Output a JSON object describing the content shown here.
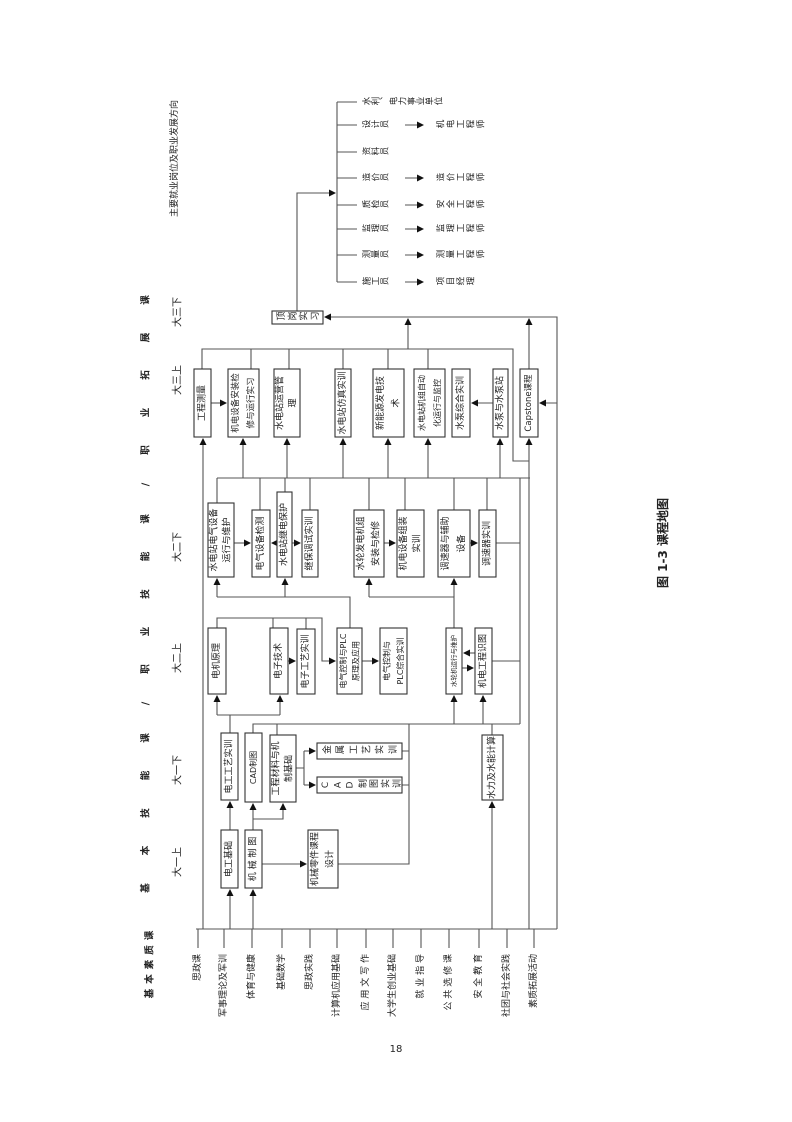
{
  "headers": {
    "basic_quality": "基本素质课",
    "skills_track": "基本技能课/职业技能课/职业拓展课",
    "career_title": "主要就业岗位及职业发展方向"
  },
  "semesters": [
    "大一上",
    "大一下",
    "大二上",
    "大二下",
    "大三上",
    "大三下"
  ],
  "basic_courses": [
    "思政课",
    "军事理论及军训",
    "体育与健康",
    "基础数学",
    "思政实践",
    "计算机应用基础",
    "应 用 文 写 作",
    "大学生创业基础",
    "就 业 指 导",
    "公 共 选 修 课",
    "安 全 教 育",
    "社团与社会实践",
    "素质拓展活动"
  ],
  "boxes": [
    {
      "lines": [
        "电工基础"
      ]
    },
    {
      "lines": [
        "机 械 制 图"
      ]
    },
    {
      "lines": [
        "机械零件课程",
        "设计"
      ]
    },
    {
      "lines": [
        "电工工艺实训"
      ]
    },
    {
      "lines": [
        "CAD制图"
      ]
    },
    {
      "lines": [
        "工程材料与机",
        "制基础"
      ]
    },
    {
      "lines": [
        "金属工艺实训"
      ]
    },
    {
      "lines": [
        "CAD制图实训"
      ]
    },
    {
      "lines": [
        "水力及水能计算"
      ]
    },
    {
      "lines": [
        "电机原理"
      ]
    },
    {
      "lines": [
        "电子技术"
      ]
    },
    {
      "lines": [
        "电子工艺实训"
      ]
    },
    {
      "lines": [
        "电气控制与PLC",
        "原理及应用"
      ]
    },
    {
      "lines": [
        "电气控制与",
        "PLC综合实训"
      ]
    },
    {
      "lines": [
        "水轮机运行与维护"
      ]
    },
    {
      "lines": [
        "机电工程识图"
      ]
    },
    {
      "lines": [
        "水电站电气设备",
        "运行与维护"
      ]
    },
    {
      "lines": [
        "电气设备检测"
      ]
    },
    {
      "lines": [
        "水电站继电保护"
      ]
    },
    {
      "lines": [
        "继保调试实训"
      ]
    },
    {
      "lines": [
        "水轮发电机组",
        "安装与检修"
      ]
    },
    {
      "lines": [
        "机电设备组装",
        "实训"
      ]
    },
    {
      "lines": [
        "调速器与辅助",
        "设备"
      ]
    },
    {
      "lines": [
        "调速器实训"
      ]
    },
    {
      "lines": [
        "工程测量"
      ]
    },
    {
      "lines": [
        "机电设备安装检",
        "修与运行实习"
      ]
    },
    {
      "lines": [
        "水电站运营管",
        "理"
      ]
    },
    {
      "lines": [
        "水电站仿真实训"
      ]
    },
    {
      "lines": [
        "新能源发电技",
        "术"
      ]
    },
    {
      "lines": [
        "水电站机组自动",
        "化运行与监控"
      ]
    },
    {
      "lines": [
        "水泵综合实训"
      ]
    },
    {
      "lines": [
        "水泵与水泵站"
      ]
    },
    {
      "lines": [
        "Capstone课程"
      ]
    },
    {
      "lines": [
        "顶岗实习"
      ]
    }
  ],
  "careers": [
    {
      "role": "水利、电力事业单位",
      "next": ""
    },
    {
      "role": "设计员",
      "next": "机电工程师"
    },
    {
      "role": "资料员",
      "next": ""
    },
    {
      "role": "造价员",
      "next": "造价工程师"
    },
    {
      "role": "质检员",
      "next": "安全工程师"
    },
    {
      "role": "监理员",
      "next": "监理工程师"
    },
    {
      "role": "测量员",
      "next": "测量工程师"
    },
    {
      "role": "施工员",
      "next": "项目经理"
    }
  ],
  "caption": "图 1-3   课程地图",
  "page_number": "18"
}
